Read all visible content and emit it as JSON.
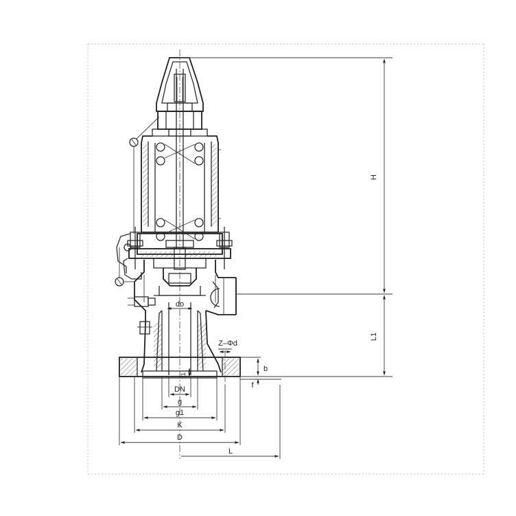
{
  "labels": {
    "H": "H",
    "L1": "L1",
    "do": "do",
    "zphid": "Z–Φd",
    "b": "b",
    "f": "f",
    "f1": "f1",
    "DN": "DN",
    "g": "g",
    "g1": "g1",
    "K": "K",
    "D": "D",
    "L": "L"
  }
}
